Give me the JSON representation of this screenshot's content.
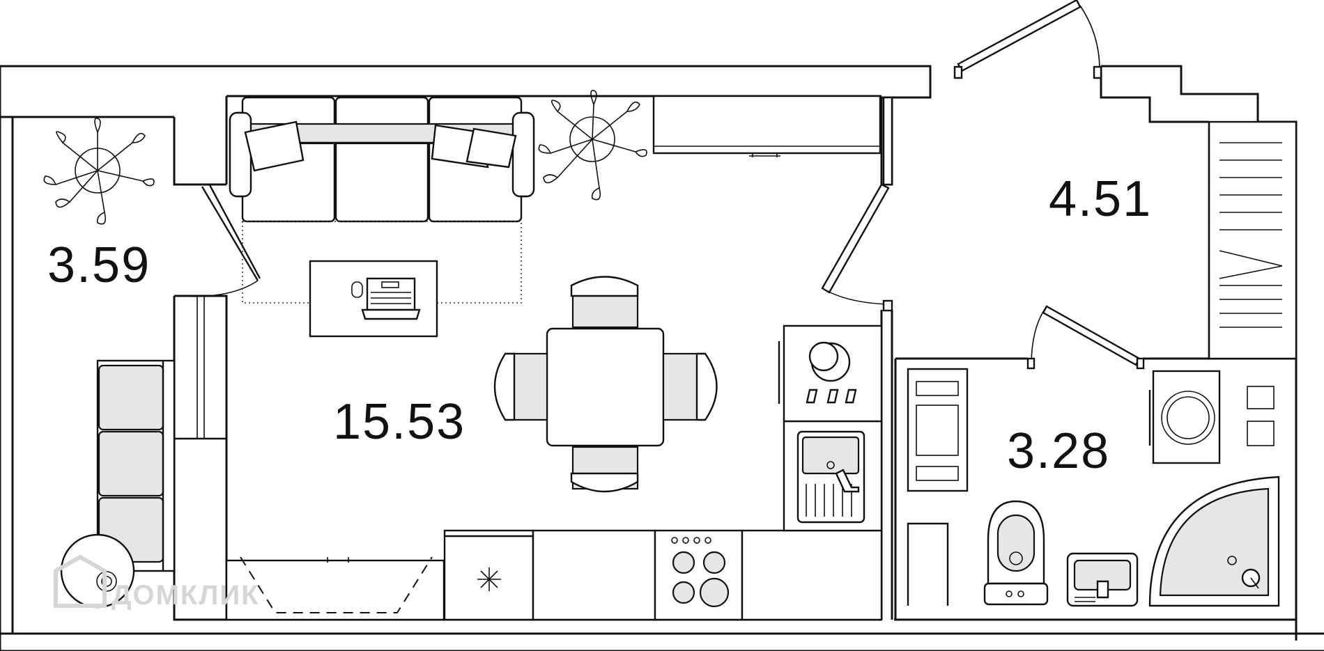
{
  "rooms": [
    {
      "id": "balcony",
      "area": "3.59"
    },
    {
      "id": "living-kitchen",
      "area": "15.53"
    },
    {
      "id": "hallway",
      "area": "4.51"
    },
    {
      "id": "bathroom",
      "area": "3.28"
    }
  ],
  "watermark": {
    "text": "ДОМКЛИК",
    "color": "#d6d6d6"
  },
  "colors": {
    "line": "#111111",
    "fill": "#e6e6e6",
    "background": "#ffffff"
  }
}
